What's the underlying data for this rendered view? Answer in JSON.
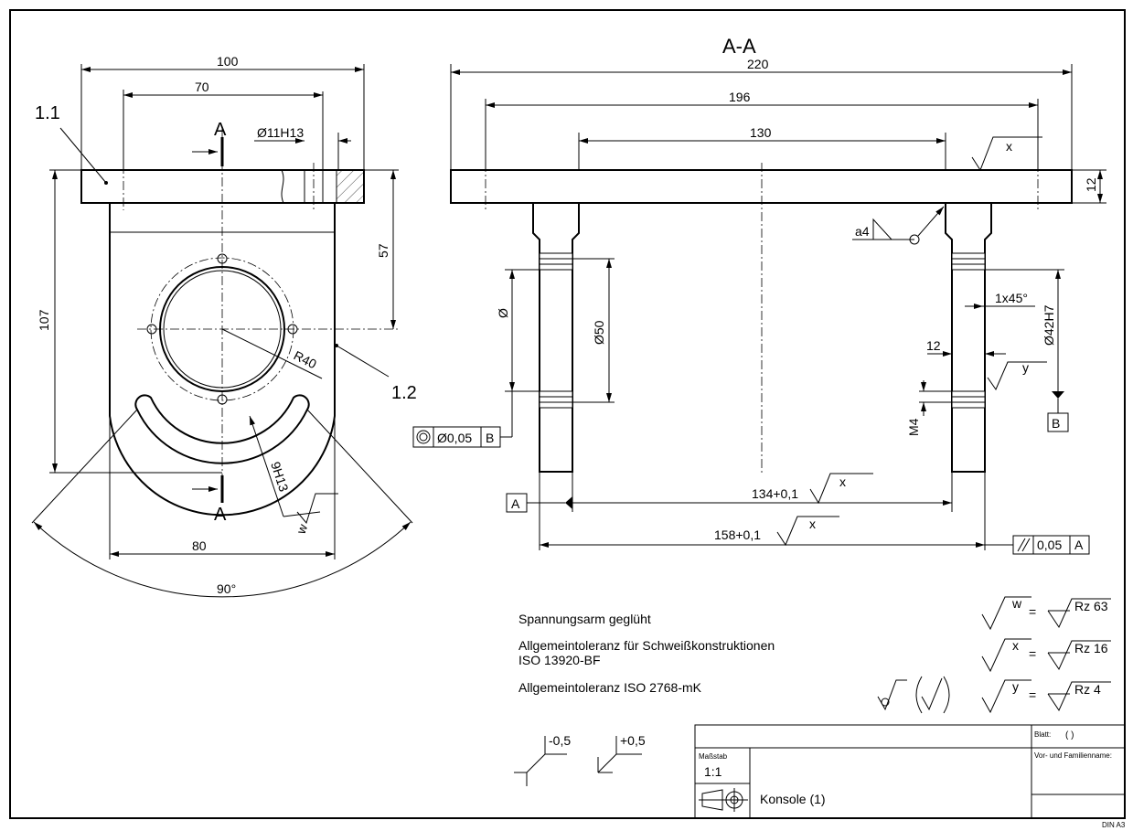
{
  "drawing": {
    "section_title": "A-A",
    "part_labels": {
      "plate": "1.1",
      "body": "1.2"
    },
    "section_marks": {
      "top": "A",
      "bottom": "A"
    }
  },
  "front_view": {
    "dims": {
      "width_100": "100",
      "width_70": "70",
      "hole": "Ø11H13",
      "height_57": "57",
      "height_107": "107",
      "radius": "R40",
      "slot": "9H13",
      "width_80": "80",
      "angle": "90°"
    },
    "surface_w": "w"
  },
  "section_view": {
    "dims": {
      "len_220": "220",
      "len_196": "196",
      "len_130": "130",
      "thick_12": "12",
      "weld": "a4",
      "dia": "Ø",
      "dia_50": "Ø50",
      "chamfer": "1x45°",
      "dim_12": "12",
      "bore": "Ø42H7",
      "thread": "M4",
      "len_134": "134+0,1",
      "len_158": "158+0,1"
    },
    "surface_marks": {
      "x1": "x",
      "x2": "x",
      "x3": "x",
      "y": "y"
    },
    "datums": {
      "a": "A",
      "b": "B"
    },
    "tolerance_frames": {
      "concentricity": {
        "value": "Ø0,05",
        "datum": "B"
      },
      "parallelism": {
        "value": "0,05",
        "datum": "A"
      }
    }
  },
  "notes": {
    "line1": "Spannungsarm geglüht",
    "line2a": "Allgemeintoleranz für Schweißkonstruktionen",
    "line2b": "ISO 13920-BF",
    "line3": "Allgemeintoleranz ISO 2768-mK"
  },
  "surface_legend": [
    {
      "symbol": "w",
      "value": "Rz 63"
    },
    {
      "symbol": "x",
      "value": "Rz 16"
    },
    {
      "symbol": "y",
      "value": "Rz 4"
    }
  ],
  "weld_symbols": {
    "minus": "-0,5",
    "plus": "+0,5"
  },
  "title_block": {
    "sheet_label": "Blatt:",
    "sheet_value": "(  )",
    "name_label": "Vor- und Familienname:",
    "scale_label": "Maßstab",
    "scale_value": "1:1",
    "part_name": "Konsole (1)",
    "format": "DIN A3"
  }
}
